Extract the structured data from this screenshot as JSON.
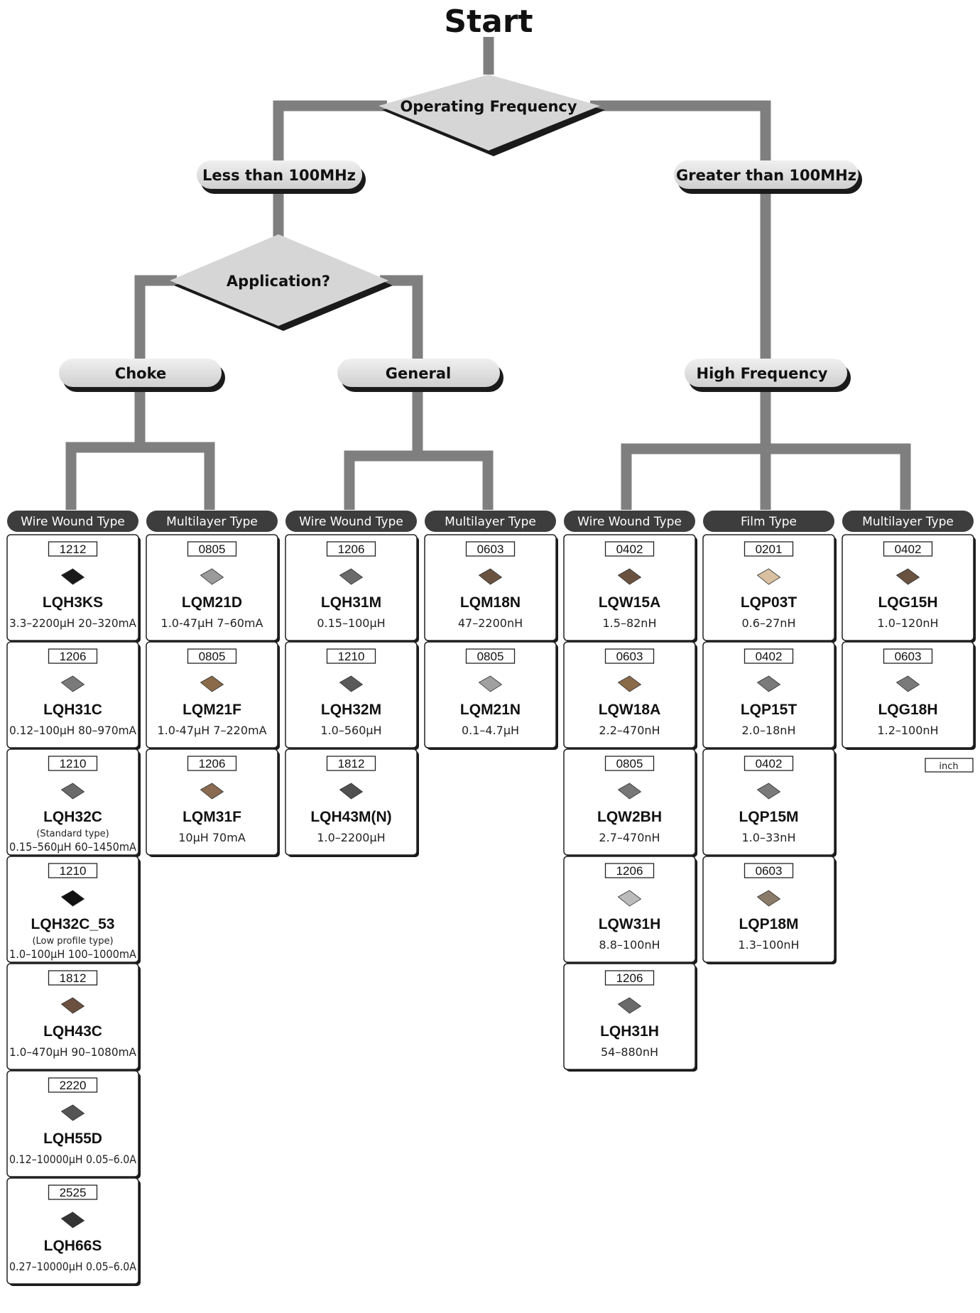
{
  "start_label": "Start",
  "decisions": {
    "frequency": "Operating Frequency",
    "application": "Application?"
  },
  "branches": {
    "less_100": "Less than 100MHz",
    "greater_100": "Greater than 100MHz",
    "choke": "Choke",
    "general": "General",
    "high_freq": "High Frequency"
  },
  "unit_note": "inch",
  "columns": [
    {
      "category": "Wire Wound Type",
      "products": [
        {
          "code": "1212",
          "name": "LQH3KS",
          "spec": "3.3–2200µH 20–320mA",
          "color": "#1a1a1a"
        },
        {
          "code": "1206",
          "name": "LQH31C",
          "spec": "0.12–100µH 80–970mA",
          "color": "#7a7a7a"
        },
        {
          "code": "1210",
          "name": "LQH32C",
          "note": "(Standard type)",
          "spec": "0.15–560µH 60–1450mA",
          "color": "#6a6a6a"
        },
        {
          "code": "1210",
          "name": "LQH32C_53",
          "note": "(Low profile type)",
          "spec": "1.0–100µH 100–1000mA",
          "color": "#111111"
        },
        {
          "code": "1812",
          "name": "LQH43C",
          "spec": "1.0–470µH 90–1080mA",
          "color": "#6b5040"
        },
        {
          "code": "2220",
          "name": "LQH55D",
          "spec": "0.12–10000µH 0.05–6.0A",
          "color": "#555555"
        },
        {
          "code": "2525",
          "name": "LQH66S",
          "spec": "0.27–10000µH 0.05–6.0A",
          "color": "#333333"
        }
      ]
    },
    {
      "category": "Multilayer Type",
      "products": [
        {
          "code": "0805",
          "name": "LQM21D",
          "spec": "1.0-47µH 7–60mA",
          "color": "#9a9a9a"
        },
        {
          "code": "0805",
          "name": "LQM21F",
          "spec": "1.0-47µH 7–220mA",
          "color": "#8a6a48"
        },
        {
          "code": "1206",
          "name": "LQM31F",
          "spec": "10µH 70mA",
          "color": "#8a6a50"
        }
      ]
    },
    {
      "category": "Wire Wound Type",
      "products": [
        {
          "code": "1206",
          "name": "LQH31M",
          "spec": "0.15–100µH",
          "color": "#6a6a6a"
        },
        {
          "code": "1210",
          "name": "LQH32M",
          "spec": "1.0–560µH",
          "color": "#5a5a5a"
        },
        {
          "code": "1812",
          "name": "LQH43M(N)",
          "spec": "1.0–2200µH",
          "color": "#505050"
        }
      ]
    },
    {
      "category": "Multilayer Type",
      "products": [
        {
          "code": "0603",
          "name": "LQM18N",
          "spec": "47–2200nH",
          "color": "#6a5240"
        },
        {
          "code": "0805",
          "name": "LQM21N",
          "spec": "0.1–4.7µH",
          "color": "#a0a0a0"
        }
      ]
    },
    {
      "category": "Wire Wound Type",
      "products": [
        {
          "code": "0402",
          "name": "LQW15A",
          "spec": "1.5–82nH",
          "color": "#6a5240"
        },
        {
          "code": "0603",
          "name": "LQW18A",
          "spec": "2.2–470nH",
          "color": "#8a6a48"
        },
        {
          "code": "0805",
          "name": "LQW2BH",
          "spec": "2.7–470nH",
          "color": "#777777"
        },
        {
          "code": "1206",
          "name": "LQW31H",
          "spec": "8.8–100nH",
          "color": "#bbbbbb"
        },
        {
          "code": "1206",
          "name": "LQH31H",
          "spec": "54–880nH",
          "color": "#6a6a6a"
        }
      ]
    },
    {
      "category": "Film Type",
      "products": [
        {
          "code": "0201",
          "name": "LQP03T",
          "spec": "0.6–27nH",
          "color": "#d8c0a0"
        },
        {
          "code": "0402",
          "name": "LQP15T",
          "spec": "2.0–18nH",
          "color": "#7a7a7a"
        },
        {
          "code": "0402",
          "name": "LQP15M",
          "spec": "1.0–33nH",
          "color": "#7a7a7a"
        },
        {
          "code": "0603",
          "name": "LQP18M",
          "spec": "1.3–100nH",
          "color": "#8a7a68"
        }
      ]
    },
    {
      "category": "Multilayer Type",
      "products": [
        {
          "code": "0402",
          "name": "LQG15H",
          "spec": "1.0–120nH",
          "color": "#6a5240"
        },
        {
          "code": "0603",
          "name": "LQG18H",
          "spec": "1.2–100nH",
          "color": "#7a7a7a"
        }
      ]
    }
  ]
}
